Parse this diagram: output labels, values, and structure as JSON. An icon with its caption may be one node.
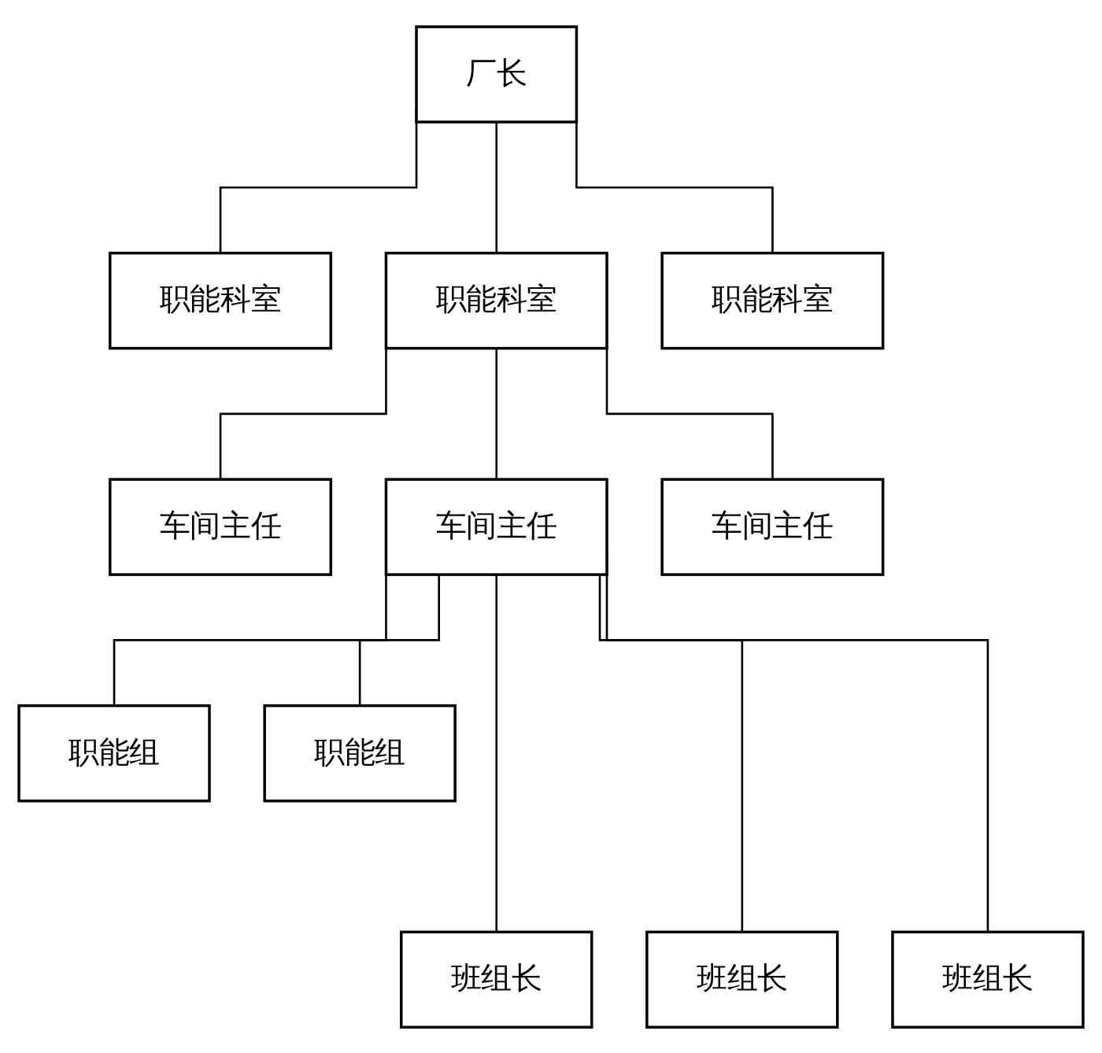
{
  "diagram": {
    "nodes": [
      {
        "text": [
          "厂长"
        ]
      },
      {
        "text": [
          "职能科室"
        ]
      },
      {
        "text": [
          "职能科室"
        ]
      },
      {
        "text": [
          "职能科室"
        ]
      },
      {
        "text": [
          "车间主任"
        ]
      },
      {
        "text": [
          "车间主任"
        ]
      },
      {
        "text": [
          "车间主任"
        ]
      },
      {
        "text": [
          "职能组"
        ]
      },
      {
        "text": [
          "职能组"
        ]
      },
      {
        "text": [
          "班组长"
        ]
      },
      {
        "text": [
          "班组长"
        ]
      },
      {
        "text": [
          "班组长"
        ]
      }
    ],
    "edges": [
      {
        "from": 0,
        "to": 1,
        "arrow": "none"
      },
      {
        "from": 0,
        "to": 2,
        "arrow": "none"
      },
      {
        "from": 0,
        "to": 3,
        "arrow": "none"
      },
      {
        "from": 2,
        "to": 4,
        "arrow": "none"
      },
      {
        "from": 2,
        "to": 5,
        "arrow": "none"
      },
      {
        "from": 2,
        "to": 6,
        "arrow": "none"
      },
      {
        "from": 5,
        "to": 7,
        "arrow": "none"
      },
      {
        "from": 5,
        "to": 8,
        "arrow": "none"
      },
      {
        "from": 5,
        "to": 9,
        "arrow": "none"
      },
      {
        "from": 5,
        "to": 10,
        "arrow": "none"
      },
      {
        "from": 5,
        "to": 11,
        "arrow": "none"
      }
    ]
  }
}
